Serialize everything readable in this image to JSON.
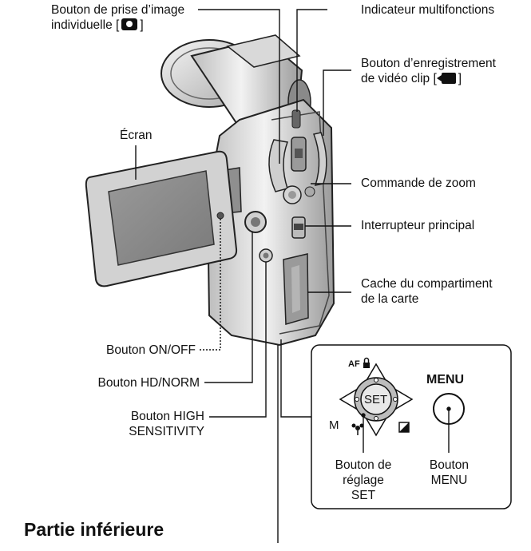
{
  "labels": {
    "shot_button_line1": "Bouton de prise d’image",
    "shot_button_line2": "individuelle [",
    "shot_button_close": "]",
    "shot_icon": "camera-icon",
    "multi_indicator": "Indicateur multifonctions",
    "video_button_line1": "Bouton d’enregistrement",
    "video_button_line2": "de vidéo clip [",
    "video_button_close": "]",
    "video_icon": "video-camera-icon",
    "screen": "Écran",
    "zoom": "Commande de zoom",
    "main_switch": "Interrupteur principal",
    "card_cover_line1": "Cache du compartiment",
    "card_cover_line2": "de la carte",
    "onoff_button": "Bouton ON/OFF",
    "hdnorm_button": "Bouton HD/NORM",
    "high_sens_line1": "Bouton HIGH",
    "high_sens_line2": "SENSITIVITY",
    "set_button_line1": "Bouton de",
    "set_button_line2": "réglage",
    "set_button_line3": "SET",
    "menu_button_line1": "Bouton",
    "menu_button_line2": "MENU",
    "bottom_heading": "Partie inférieure"
  },
  "inset": {
    "af_lock": "AF",
    "menu_text": "MENU",
    "set_text": "SET",
    "m_text": "M",
    "macro_icon": "macro-flower-icon",
    "exposure_icon": "exposure-compensation-icon",
    "lock_icon": "lock-icon"
  },
  "colors": {
    "line": "#111111",
    "body_light": "#e9e9e9",
    "body_mid": "#c9c9c9",
    "body_dark": "#7f7f7f",
    "screen_fill": "#888888"
  }
}
